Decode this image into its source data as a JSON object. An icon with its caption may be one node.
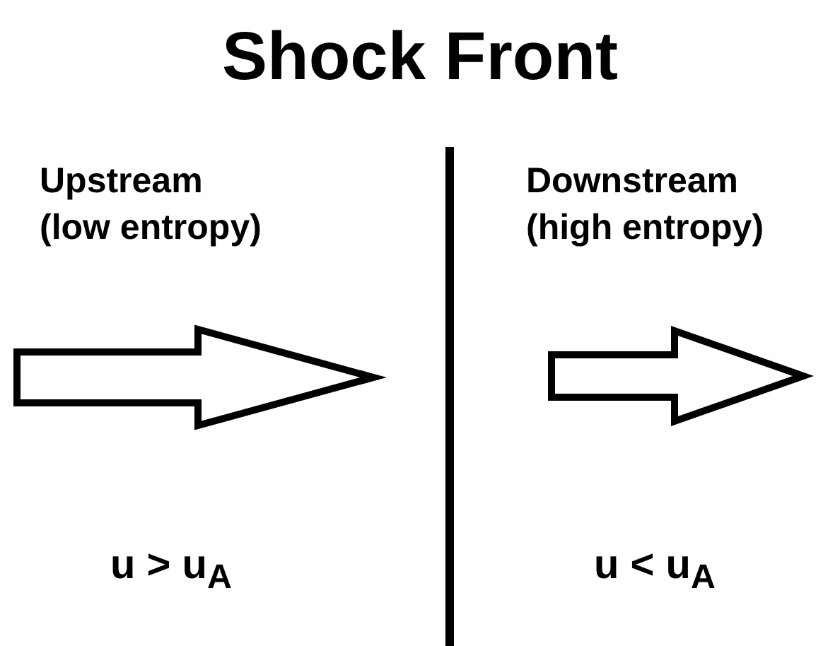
{
  "diagram": {
    "title": "Shock Front",
    "labels": [
      "Upstream (low entropy)",
      "Downstream (high entropy)",
      "u > u$_{A}$",
      "u < u$_{A}$"
    ]
  }
}
